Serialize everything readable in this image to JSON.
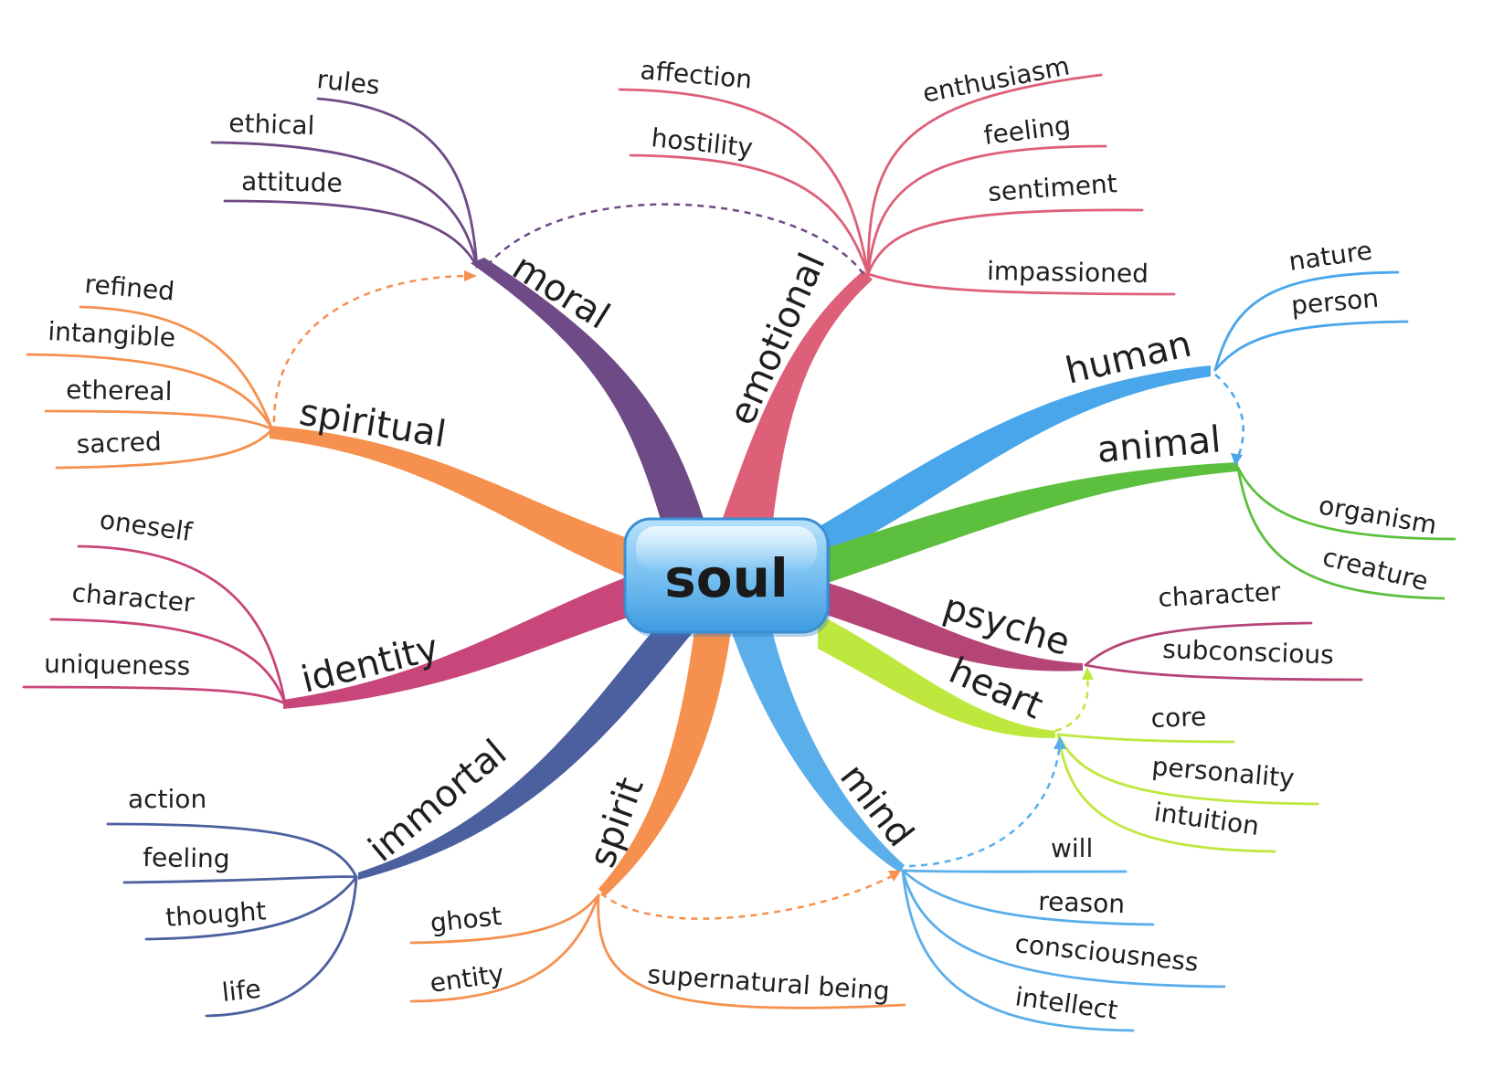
{
  "center": {
    "label": "soul"
  },
  "branches": [
    {
      "label": "moral",
      "color": "#6e4a86",
      "children": [
        "rules",
        "ethical",
        "attitude"
      ]
    },
    {
      "label": "emotional",
      "color": "#dd5f78",
      "children": [
        "affection",
        "hostility",
        "enthusiasm",
        "feeling",
        "sentiment",
        "impassioned"
      ]
    },
    {
      "label": "spiritual",
      "color": "#f5904f",
      "children": [
        "refined",
        "intangible",
        "ethereal",
        "sacred"
      ]
    },
    {
      "label": "human",
      "color": "#4aa6ea",
      "children": [
        "nature",
        "person"
      ]
    },
    {
      "label": "animal",
      "color": "#5dbf3e",
      "children": [
        "organism",
        "creature"
      ]
    },
    {
      "label": "identity",
      "color": "#c8467a",
      "children": [
        "oneself",
        "character",
        "uniqueness"
      ]
    },
    {
      "label": "psyche",
      "color": "#b54577",
      "children": [
        "character",
        "subconscious"
      ]
    },
    {
      "label": "heart",
      "color": "#bfe83e",
      "children": [
        "core",
        "personality",
        "intuition"
      ]
    },
    {
      "label": "immortal",
      "color": "#4c5f9f",
      "children": [
        "action",
        "feeling",
        "thought",
        "life"
      ]
    },
    {
      "label": "spirit",
      "color": "#f5904f",
      "children": [
        "ghost",
        "entity",
        "supernatural being"
      ]
    },
    {
      "label": "mind",
      "color": "#5aaeea",
      "children": [
        "will",
        "reason",
        "consciousness",
        "intellect"
      ]
    }
  ]
}
